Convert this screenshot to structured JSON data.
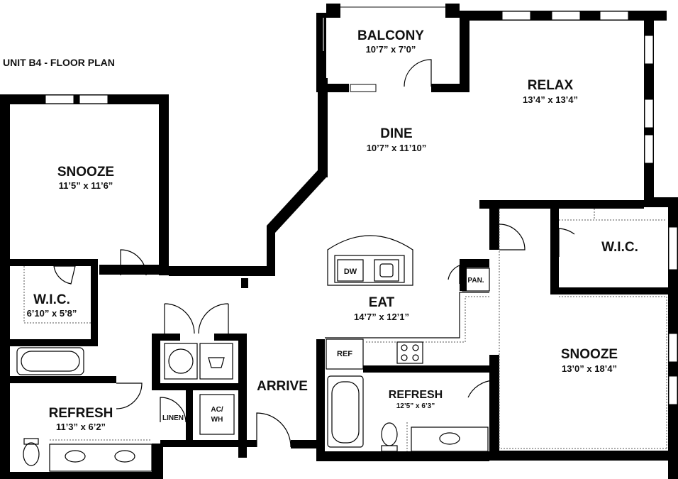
{
  "title": "UNIT B4 - FLOOR PLAN",
  "rooms": {
    "balcony": {
      "name": "BALCONY",
      "dim": "10’7” x 7’0”"
    },
    "relax": {
      "name": "RELAX",
      "dim": "13’4” x 13’4”"
    },
    "dine": {
      "name": "DINE",
      "dim": "10’7” x 11’10”"
    },
    "snooze_left": {
      "name": "SNOOZE",
      "dim": "11’5” x 11’6”"
    },
    "wic_left": {
      "name": "W.I.C.",
      "dim": "6’10” x 5’8”"
    },
    "eat": {
      "name": "EAT",
      "dim": "14’7” x 12’1”"
    },
    "refresh_left": {
      "name": "REFRESH",
      "dim": "11’3” x 6’2”"
    },
    "arrive": {
      "name": "ARRIVE"
    },
    "refresh_mid": {
      "name": "REFRESH",
      "dim": "12’5” x 6’3”"
    },
    "snooze_right": {
      "name": "SNOOZE",
      "dim": "13’0” x 18’4”"
    },
    "wic_right": {
      "name": "W.I.C."
    }
  },
  "fixtures": {
    "dw": "DW",
    "ref": "REF",
    "pan": "PAN.",
    "linen": "LINEN",
    "acwh_1": "AC/",
    "acwh_2": "WH"
  }
}
